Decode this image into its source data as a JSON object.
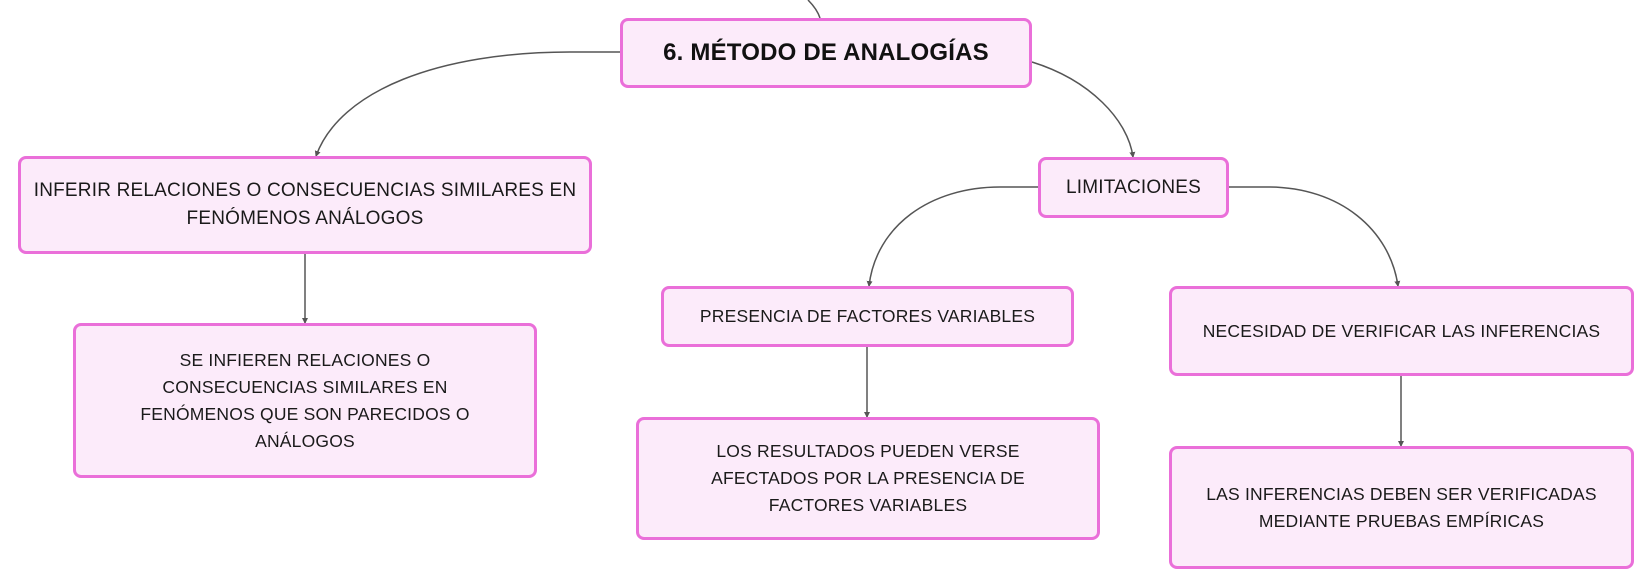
{
  "diagram": {
    "root": {
      "label": "6. MÉTODO DE ANALOGÍAS"
    },
    "nodes": {
      "inferir": "INFERIR RELACIONES O CONSECUENCIAS SIMILARES EN FENÓMENOS ANÁLOGOS",
      "inferir_detalle": "SE INFIEREN RELACIONES O CONSECUENCIAS SIMILARES EN FENÓMENOS QUE SON PARECIDOS O ANÁLOGOS",
      "limitaciones": "LIMITACIONES",
      "factores": "PRESENCIA DE FACTORES VARIABLES",
      "factores_detalle": "LOS RESULTADOS PUEDEN VERSE AFECTADOS POR LA PRESENCIA DE FACTORES VARIABLES",
      "verificar": "NECESIDAD DE VERIFICAR LAS INFERENCIAS",
      "verificar_detalle": "LAS INFERENCIAS DEBEN SER VERIFICADAS MEDIANTE PRUEBAS EMPÍRICAS"
    },
    "colors": {
      "node_border": "#ea6fd9",
      "node_fill": "#fcebfa",
      "connector": "#555555"
    }
  }
}
